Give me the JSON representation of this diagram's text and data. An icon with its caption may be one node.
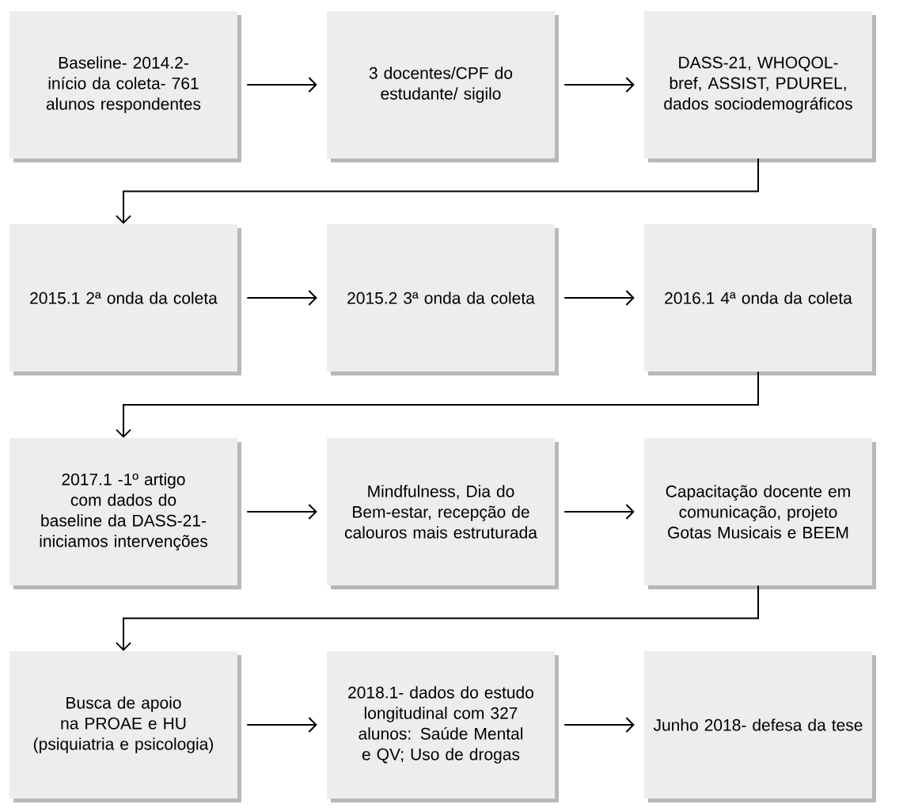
{
  "diagram": {
    "nodes": [
      {
        "text": [
          "Baseline- 2014.2- início da coleta- 761 alunos respondentes"
        ]
      },
      {
        "text": [
          "3 docentes/CPF do estudante/ sigilo"
        ]
      },
      {
        "text": [
          "DASS-21, WHOQOL-bref, ASSIST, PDUREL, dados sociodemográficos"
        ]
      },
      {
        "text": [
          "2015.1 2ª onda da coleta"
        ]
      },
      {
        "text": [
          "2015.2 3ª onda da coleta"
        ]
      },
      {
        "text": [
          "2016.1 4ª onda da coleta"
        ]
      },
      {
        "text": [
          "2017.1 -1º artigo com dados do baseline da DASS-21- iniciamos intervenções"
        ]
      },
      {
        "text": [
          "Mindfulness, Dia do Bem-estar, recepção de calouros mais estruturada"
        ]
      },
      {
        "text": [
          "Capacitação docente em comunicação, projeto Gotas Musicais e BEEM"
        ]
      },
      {
        "text": [
          "Busca de apoio na PROAE e HU (psiquiatria e psicologia)"
        ]
      },
      {
        "text": [
          "2018.1- dados do estudo longitudinal com 327 alunos: Saúde Mental e QV; Uso de drogas"
        ]
      },
      {
        "text": [
          "Junho 2018- defesa da tese"
        ]
      }
    ],
    "edges": [
      {
        "from": 0,
        "to": 1,
        "arrow": "to"
      },
      {
        "from": 1,
        "to": 2,
        "arrow": "to"
      },
      {
        "from": 2,
        "to": 3,
        "arrow": "to"
      },
      {
        "from": 3,
        "to": 4,
        "arrow": "to"
      },
      {
        "from": 4,
        "to": 5,
        "arrow": "to"
      },
      {
        "from": 5,
        "to": 6,
        "arrow": "to"
      },
      {
        "from": 6,
        "to": 7,
        "arrow": "to"
      },
      {
        "from": 7,
        "to": 8,
        "arrow": "to"
      },
      {
        "from": 8,
        "to": 9,
        "arrow": "to"
      },
      {
        "from": 9,
        "to": 10,
        "arrow": "to"
      },
      {
        "from": 10,
        "to": 11,
        "arrow": "to"
      }
    ]
  }
}
